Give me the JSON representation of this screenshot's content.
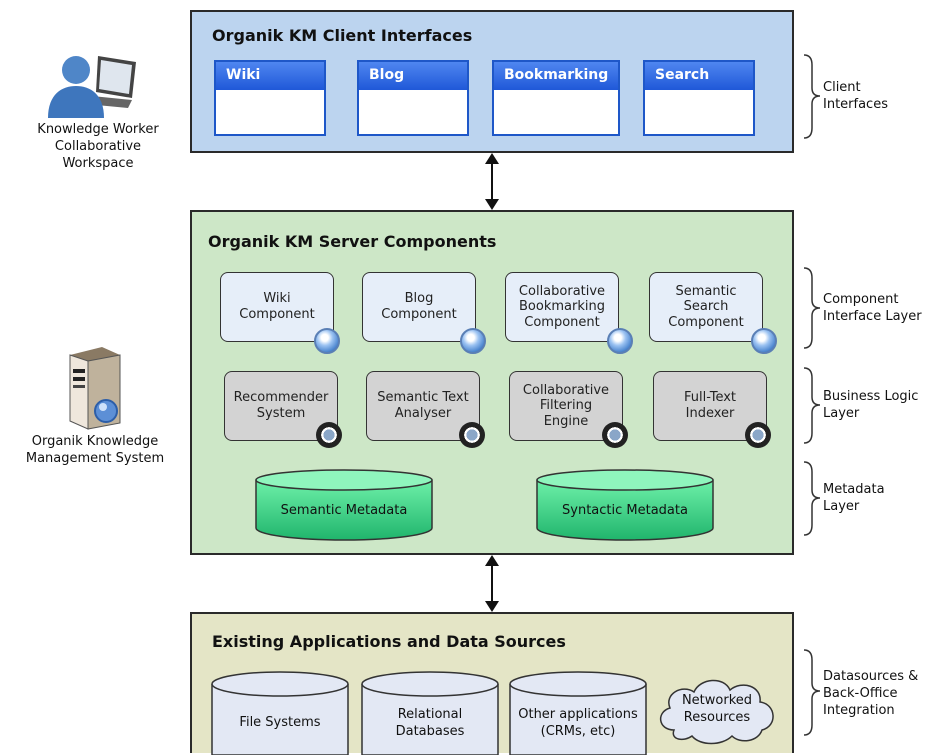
{
  "left_labels": {
    "worker": "Knowledge Worker\nCollaborative Workspace",
    "system": "Organik Knowledge\nManagement System"
  },
  "client_panel": {
    "title": "Organik KM Client Interfaces",
    "windows": [
      "Wiki",
      "Blog",
      "Bookmarking",
      "Search"
    ]
  },
  "server_panel": {
    "title": "Organik KM Server Components",
    "components": [
      "Wiki\nComponent",
      "Blog\nComponent",
      "Collaborative\nBookmarking\nComponent",
      "Semantic\nSearch\nComponent"
    ],
    "logic": [
      "Recommender\nSystem",
      "Semantic Text\nAnalyser",
      "Collaborative\nFiltering\nEngine",
      "Full-Text\nIndexer"
    ],
    "metadata": [
      "Semantic Metadata",
      "Syntactic Metadata"
    ]
  },
  "existing_panel": {
    "title": "Existing Applications and Data Sources",
    "sources": [
      "File Systems",
      "Relational\nDatabases",
      "Other applications\n(CRMs, etc)"
    ],
    "cloud": "Networked\nResources"
  },
  "layer_labels": {
    "client": "Client\nInterfaces",
    "component": "Component\nInterface Layer",
    "business": "Business Logic\nLayer",
    "metadata": "Metadata\nLayer",
    "datasources": "Datasources &\nBack-Office\nIntegration"
  },
  "colors": {
    "client_bg": "#bcd4ef",
    "server_bg": "#cde7c7",
    "existing_bg": "#e4e5c6",
    "window_header": "#2f68e0",
    "metadata_cylinder": "#3fd08a"
  },
  "icons": [
    "user-laptop-icon",
    "server-tower-icon",
    "globe-icon",
    "gear-icon"
  ]
}
